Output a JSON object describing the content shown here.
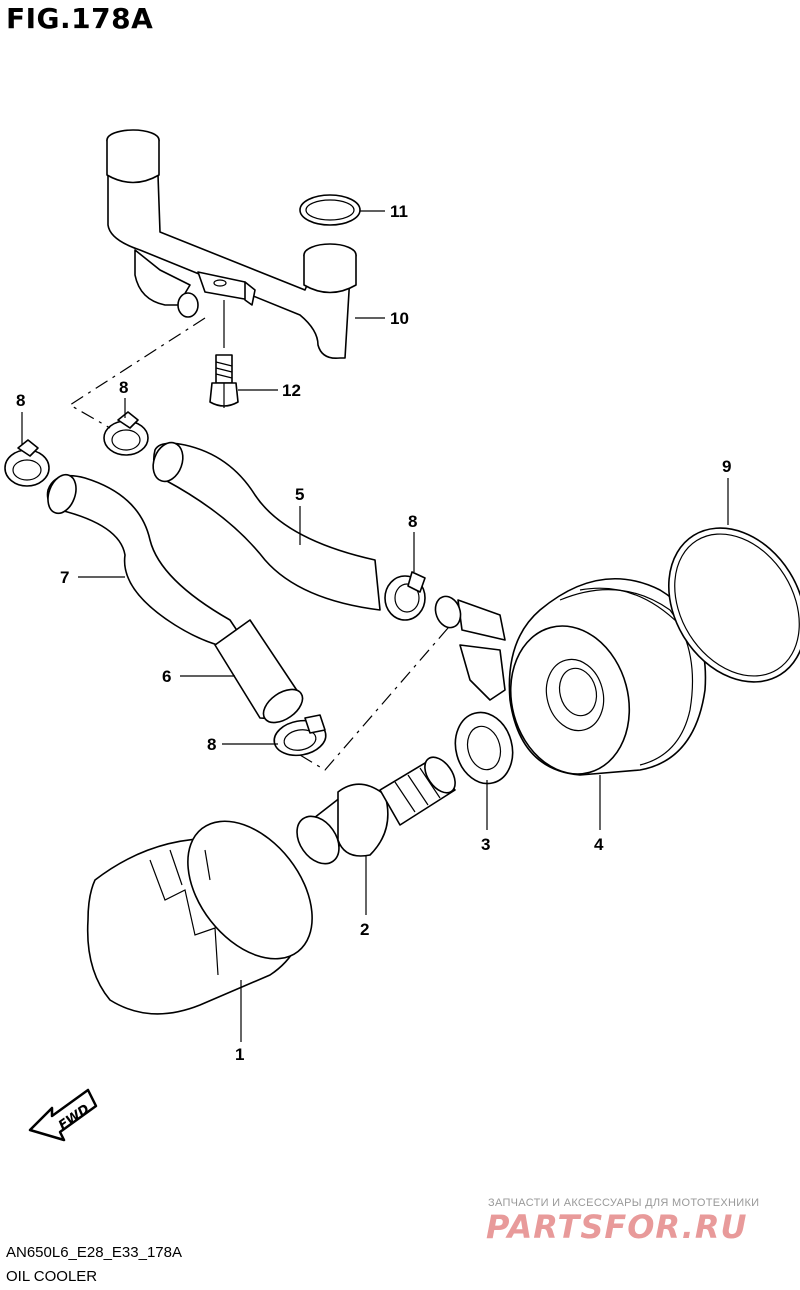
{
  "figure": {
    "title": "FIG.178A"
  },
  "footer": {
    "ref_code": "AN650L6_E28_E33_178A",
    "section_name": "OIL COOLER"
  },
  "fwd_label": "FWD",
  "watermark": {
    "tagline": "ЗАПЧАСТИ И АКСЕССУАРЫ ДЛЯ МОТОТЕХНИКИ",
    "logo": "PARTSFOR.RU"
  },
  "callouts": {
    "c1": "1",
    "c2": "2",
    "c3": "3",
    "c4": "4",
    "c5": "5",
    "c6": "6",
    "c7": "7",
    "c8a": "8",
    "c8b": "8",
    "c8c": "8",
    "c8d": "8",
    "c9": "9",
    "c10": "10",
    "c11": "11",
    "c12": "12"
  }
}
